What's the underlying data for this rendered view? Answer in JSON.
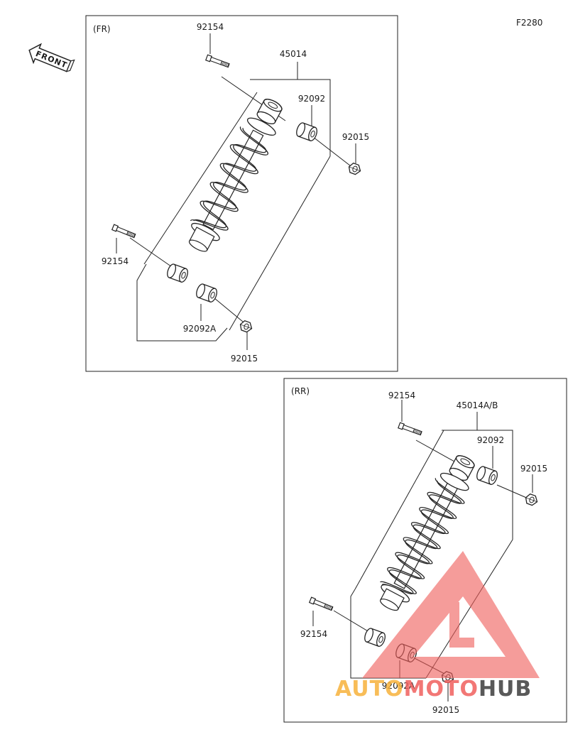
{
  "diagram_code": "F2280",
  "front_label": "FRONT",
  "panels": {
    "front": {
      "tag": "(FR)",
      "labels": {
        "bolt_top": "92154",
        "assembly": "45014",
        "bushing_top": "92092",
        "nut_top": "92015",
        "bolt_bottom": "92154",
        "bushing_bottom": "92092A",
        "nut_bottom": "92015"
      }
    },
    "rear": {
      "tag": "(RR)",
      "labels": {
        "bolt_top": "92154",
        "assembly": "45014A/B",
        "bushing_top": "92092",
        "nut_top": "92015",
        "bolt_bottom": "92154",
        "bushing_bottom": "92092A",
        "nut_bottom": "92015"
      }
    }
  },
  "watermark": {
    "part1": "AUTO",
    "part2": "MOTO",
    "part3": "HUB",
    "color_auto": "#f7b23b",
    "color_moto": "#f0605d",
    "color_hub": "#3d3d3d"
  }
}
